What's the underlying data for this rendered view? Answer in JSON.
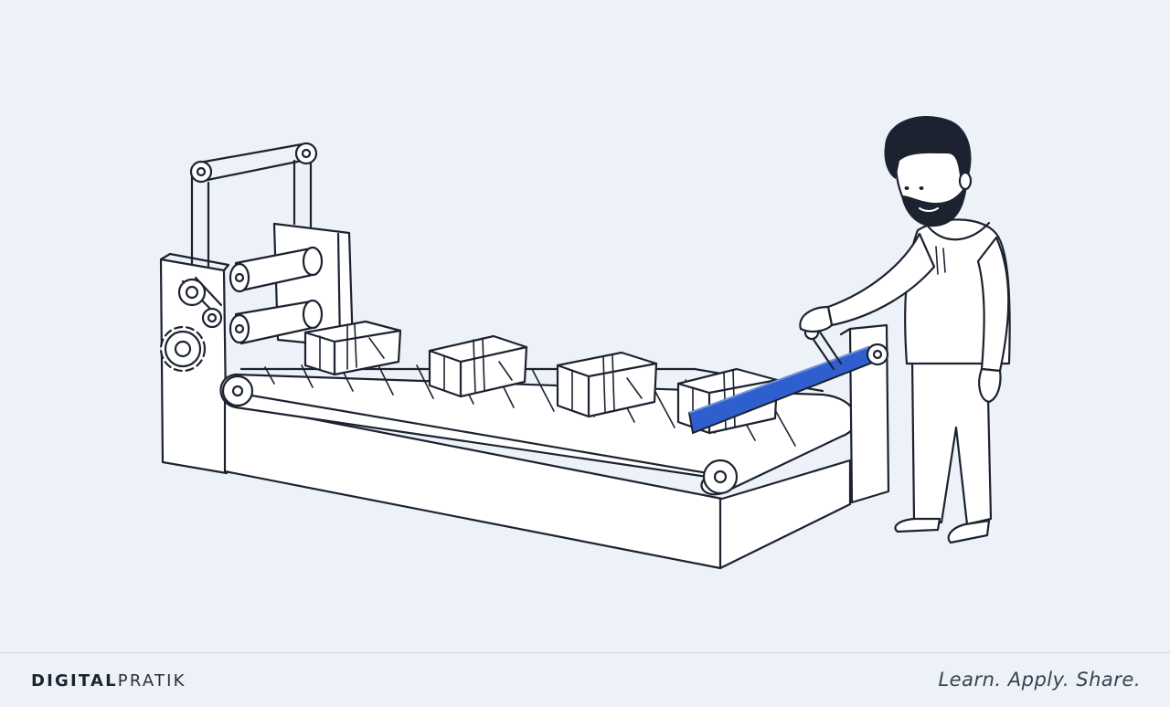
{
  "illustration": {
    "accent_color": "#2f5fcf",
    "line_color": "#1c2230",
    "background_color": "#edf1f8"
  },
  "footer": {
    "brand_bold": "DIGITAL",
    "brand_regular": "PRATIK",
    "tagline": "Learn. Apply. Share."
  }
}
